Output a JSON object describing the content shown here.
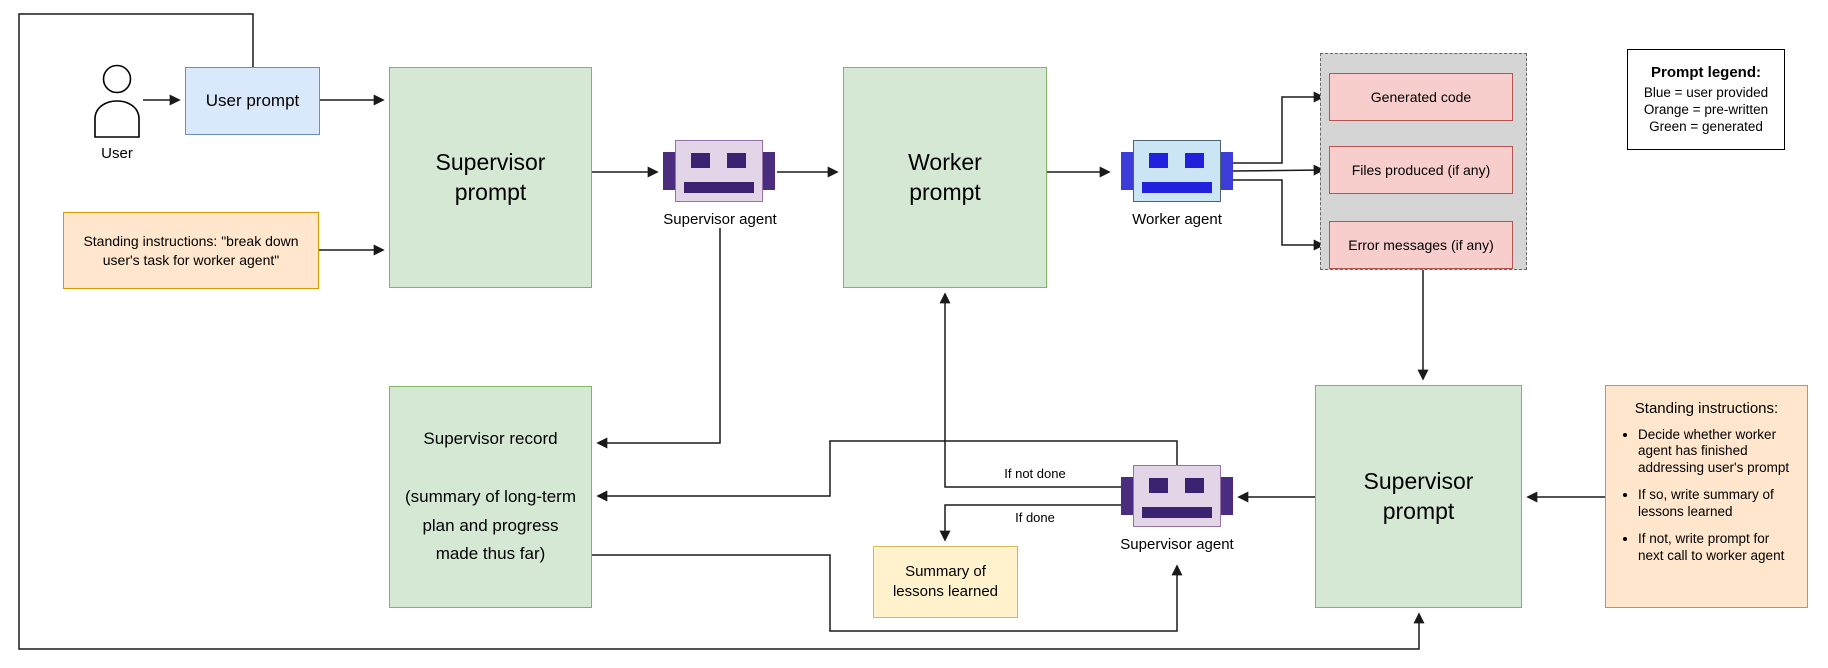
{
  "user": {
    "label": "User"
  },
  "user_prompt": {
    "label": "User prompt"
  },
  "supervisor_prompt_top": {
    "label": "Supervisor prompt"
  },
  "standing_instructions_top": {
    "text": "Standing instructions: \"break down user's task for worker agent\""
  },
  "supervisor_agent_top": {
    "label": "Supervisor agent"
  },
  "worker_prompt": {
    "label": "Worker prompt"
  },
  "worker_agent": {
    "label": "Worker agent"
  },
  "outputs": {
    "items": [
      "Generated code",
      "Files produced (if any)",
      "Error messages (if any)"
    ]
  },
  "legend": {
    "title": "Prompt legend:",
    "entries": [
      "Blue = user provided",
      "Orange = pre-written",
      "Green = generated"
    ]
  },
  "supervisor_record": {
    "title": "Supervisor record",
    "subtitle": "(summary of long-term plan and progress made thus far)"
  },
  "supervisor_prompt_bottom": {
    "label": "Supervisor prompt"
  },
  "standing_instructions_bottom": {
    "title": "Standing instructions:",
    "bullets": [
      "Decide whether worker agent has finished addressing user's prompt",
      "If so, write summary of lessons learned",
      "If not, write prompt for next call to worker agent"
    ]
  },
  "supervisor_agent_bottom": {
    "label": "Supervisor agent"
  },
  "summary_of_lessons": {
    "label": "Summary of lessons learned"
  },
  "edge_labels": {
    "if_not_done": "If not done",
    "if_done": "If done"
  },
  "colors": {
    "generated_green_fill": "#d5e8d4",
    "generated_green_border": "#82b366",
    "user_blue_fill": "#dae8fc",
    "user_blue_border": "#6c8ebf",
    "prewritten_orange_fill": "#ffe6cc",
    "prewritten_orange_border": "#d79b00",
    "summary_yellow_fill": "#fff2cc",
    "summary_yellow_border": "#d6b656",
    "output_pink_fill": "#f8cecc",
    "output_pink_border": "#b85450",
    "outputs_gray_fill": "#d5d5d5",
    "supervisor_robot_body": "#e1d5e7",
    "supervisor_robot_features": "#3b2371",
    "worker_robot_body": "#cce5f5",
    "worker_robot_features": "#2121dd"
  }
}
